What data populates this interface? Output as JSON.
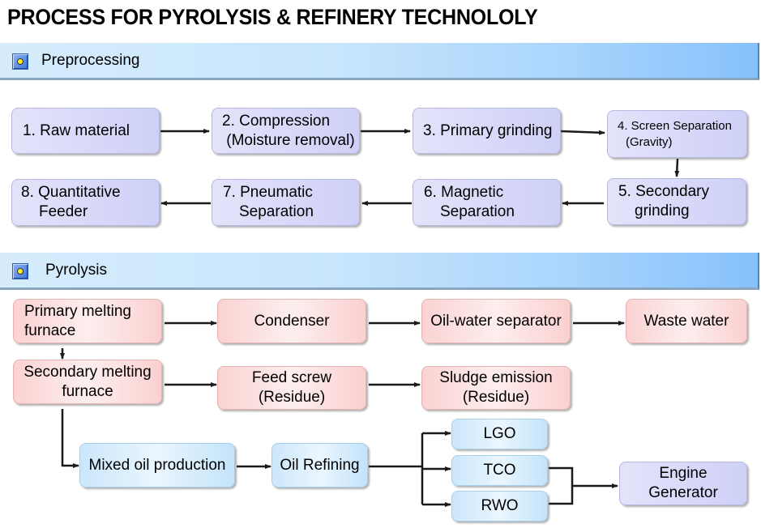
{
  "title": "PROCESS FOR PYROLYSIS & REFINERY TECHNOLOLY",
  "sections": {
    "preprocessing": {
      "label": "Preprocessing",
      "icon": "bullet-square-icon",
      "steps": [
        {
          "line1": "1. Raw material",
          "line2": ""
        },
        {
          "line1": "2. Compression",
          "line2": " (Moisture removal)"
        },
        {
          "line1": "3. Primary grinding",
          "line2": ""
        },
        {
          "line1": "4. Screen Separation",
          "line2": "(Gravity)"
        },
        {
          "line1": "5. Secondary",
          "line2": "grinding"
        },
        {
          "line1": "6. Magnetic",
          "line2": "Separation"
        },
        {
          "line1": "7. Pneumatic",
          "line2": "Separation"
        },
        {
          "line1": "8. Quantitative",
          "line2": "Feeder"
        }
      ]
    },
    "pyrolysis": {
      "label": "Pyrolysis",
      "icon": "bullet-square-icon",
      "nodes": {
        "primary_furnace": {
          "line1": "Primary melting",
          "line2": "furnace"
        },
        "condenser": {
          "line1": "Condenser"
        },
        "oil_water_separator": {
          "line1": "Oil-water separator"
        },
        "waste_water": {
          "line1": "Waste water"
        },
        "secondary_furnace": {
          "line1": "Secondary melting",
          "line2": "furnace"
        },
        "feed_screw": {
          "line1": "Feed screw",
          "line2": "(Residue)"
        },
        "sludge_emission": {
          "line1": "Sludge emission",
          "line2": "(Residue)"
        },
        "mixed_oil": {
          "line1": "Mixed oil production"
        },
        "oil_refining": {
          "line1": "Oil Refining"
        },
        "lgo": {
          "line1": "LGO"
        },
        "tco": {
          "line1": "TCO"
        },
        "rwo": {
          "line1": "RWO"
        },
        "engine_generator": {
          "line1": "Engine",
          "line2": "Generator"
        }
      }
    }
  },
  "colors": {
    "preprocess_box": "#d8d9f9",
    "pyrolysis_box": "#fbdede",
    "oil_box": "#d6edfc",
    "section_bar_start": "#d6ecfc",
    "section_bar_end": "#86c1fb",
    "arrow": "#1a1a1a"
  }
}
